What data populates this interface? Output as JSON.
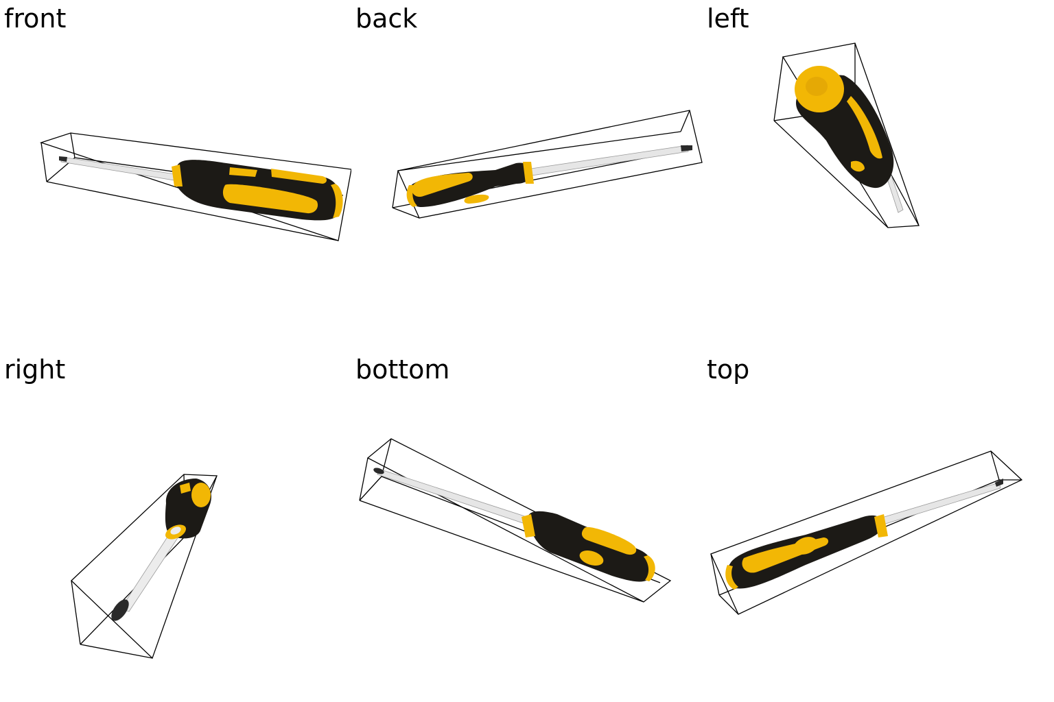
{
  "views": [
    {
      "id": "front",
      "label": "front"
    },
    {
      "id": "back",
      "label": "back"
    },
    {
      "id": "left",
      "label": "left"
    },
    {
      "id": "right",
      "label": "right"
    },
    {
      "id": "bottom",
      "label": "bottom"
    },
    {
      "id": "top",
      "label": "top"
    }
  ],
  "colors": {
    "handle_black": "#1c1a16",
    "handle_yellow": "#f2b705",
    "shaft": "#e6e6e6",
    "tip": "#2a2a2a",
    "box_line": "#000000",
    "background": "#ffffff"
  }
}
